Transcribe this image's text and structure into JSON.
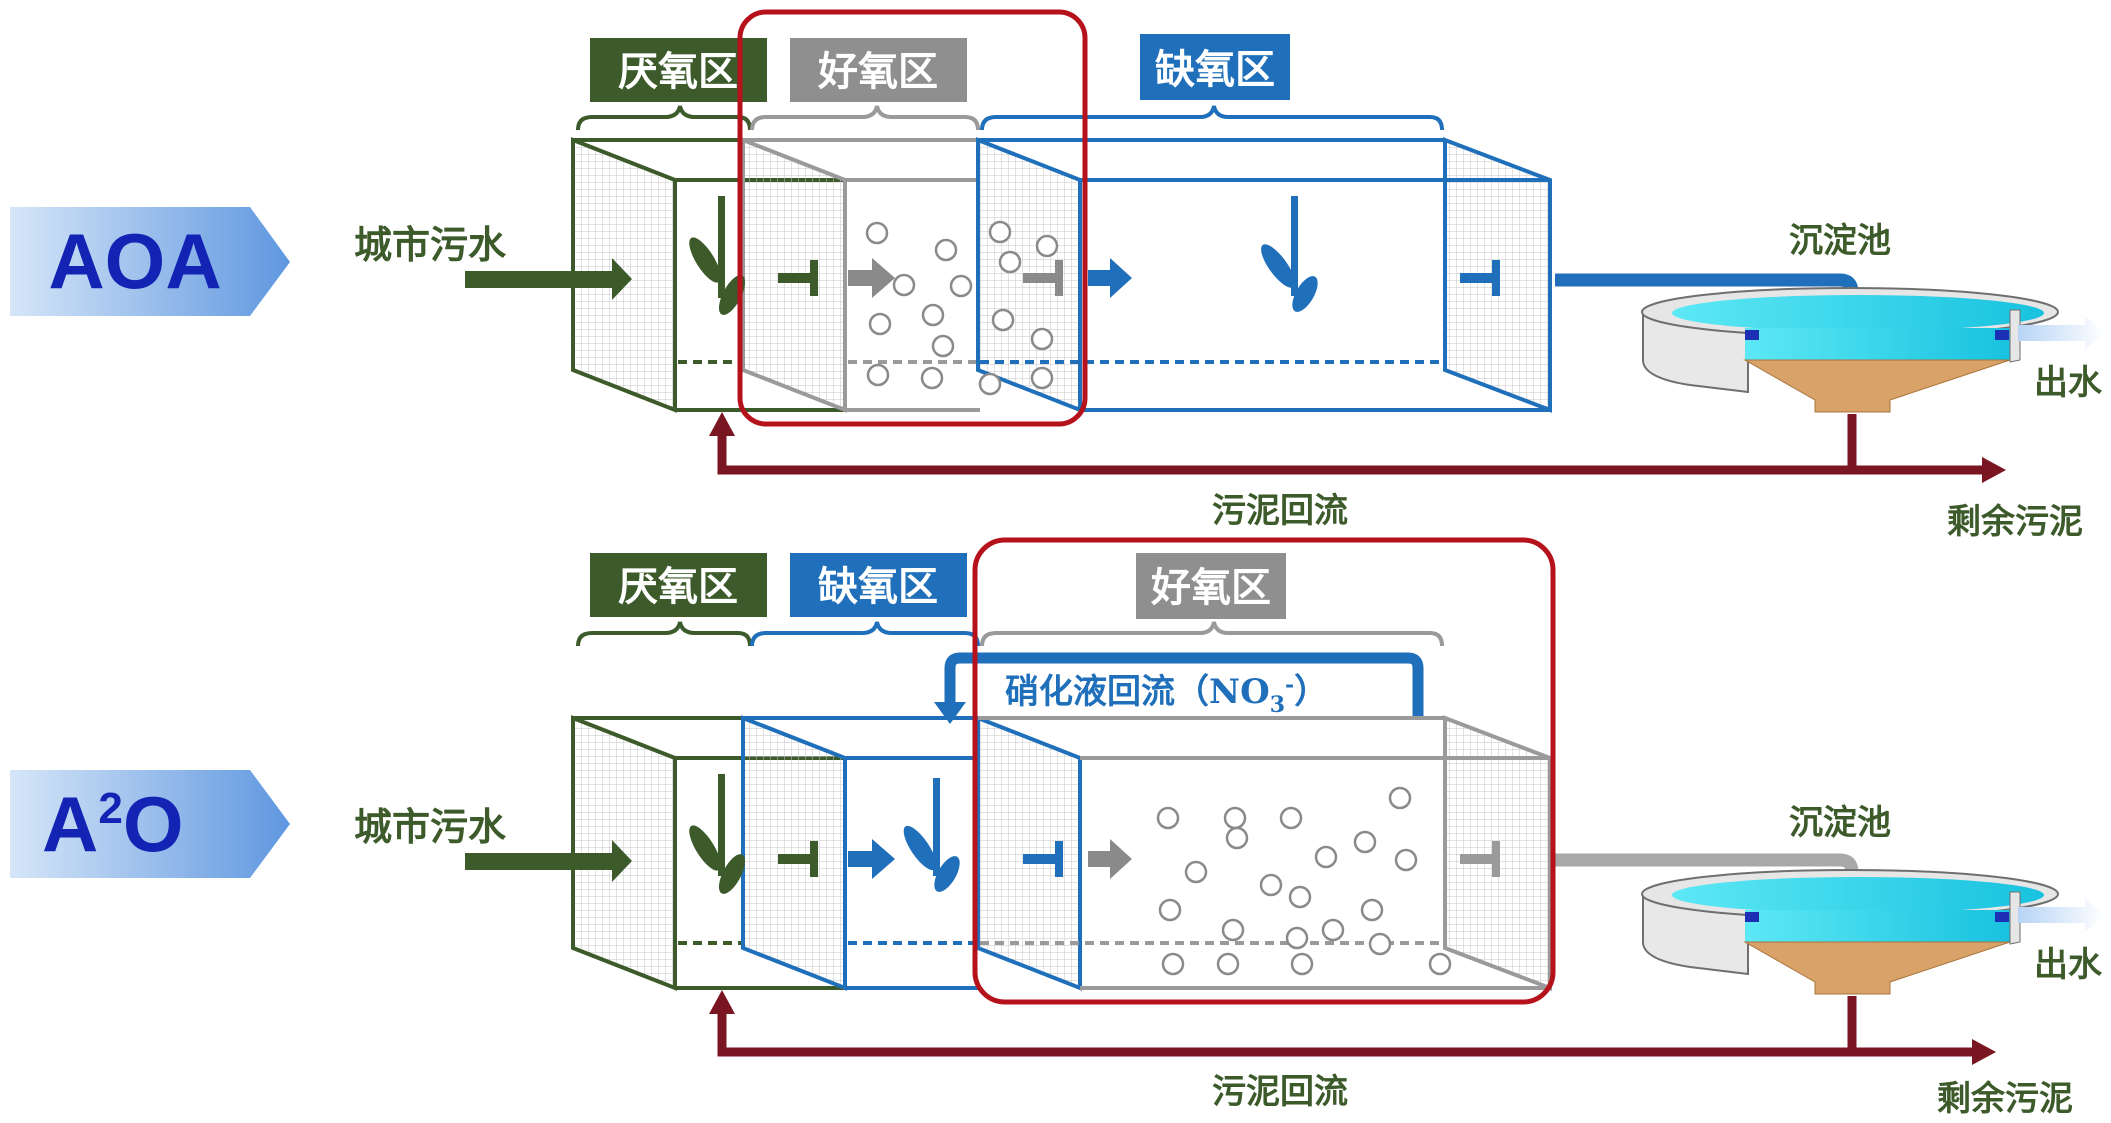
{
  "colors": {
    "green": "#3c5a2a",
    "gray": "#9a9a9a",
    "blue": "#1f6fba",
    "red": "#b5121b",
    "sludge": "#7a1622",
    "badge_light": "#c6dcf5",
    "badge_dark": "#6fa3e6",
    "badge_text": "#1324b4",
    "water": "#22d4e8",
    "sludge_cone": "#d9a268"
  },
  "aoa": {
    "badge": "AOA",
    "zones": {
      "anaerobic": "厌氧区",
      "aerobic": "好氧区",
      "anoxic": "缺氧区"
    },
    "influent": "城市污水",
    "clarifier": "沉淀池",
    "effluent": "出水",
    "return_sludge": "污泥回流",
    "excess_sludge": "剩余污泥"
  },
  "a2o": {
    "badge_main": "A",
    "badge_sup": "2",
    "badge_tail": "O",
    "zones": {
      "anaerobic": "厌氧区",
      "anoxic": "缺氧区",
      "aerobic": "好氧区"
    },
    "nitrate_recycle": "硝化液回流（NO",
    "nitrate_sub": "3",
    "nitrate_sup": "-",
    "nitrate_close": "）",
    "influent": "城市污水",
    "clarifier": "沉淀池",
    "effluent": "出水",
    "return_sludge": "污泥回流",
    "excess_sludge": "剩余污泥"
  }
}
